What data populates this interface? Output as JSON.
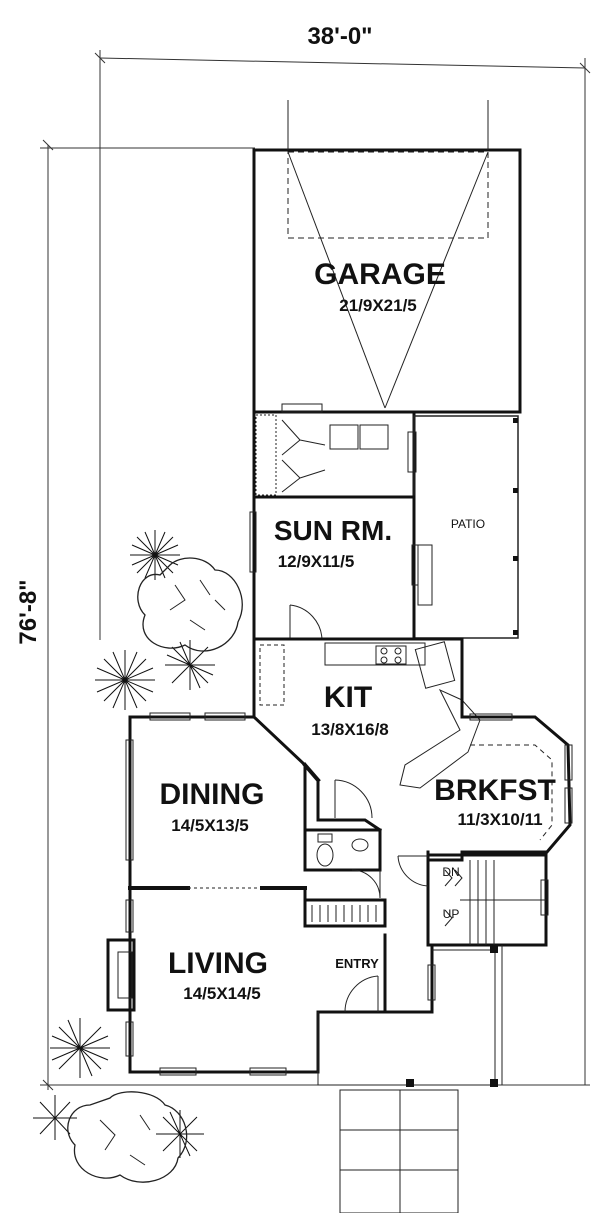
{
  "dimensions": {
    "width": "38'-0\"",
    "depth": "76'-8\""
  },
  "rooms": {
    "garage": {
      "name": "GARAGE",
      "size": "21/9X21/5"
    },
    "sunroom": {
      "name": "SUN RM.",
      "size": "12/9X11/5"
    },
    "patio": {
      "name": "PATIO"
    },
    "kitchen": {
      "name": "KIT",
      "size": "13/8X16/8"
    },
    "breakfast": {
      "name": "BRKFST",
      "size": "11/3X10/11"
    },
    "dining": {
      "name": "DINING",
      "size": "14/5X13/5"
    },
    "living": {
      "name": "LIVING",
      "size": "14/5X14/5"
    },
    "entry": {
      "name": "ENTRY"
    }
  },
  "stairs": {
    "down": "DN",
    "up": "UP"
  }
}
